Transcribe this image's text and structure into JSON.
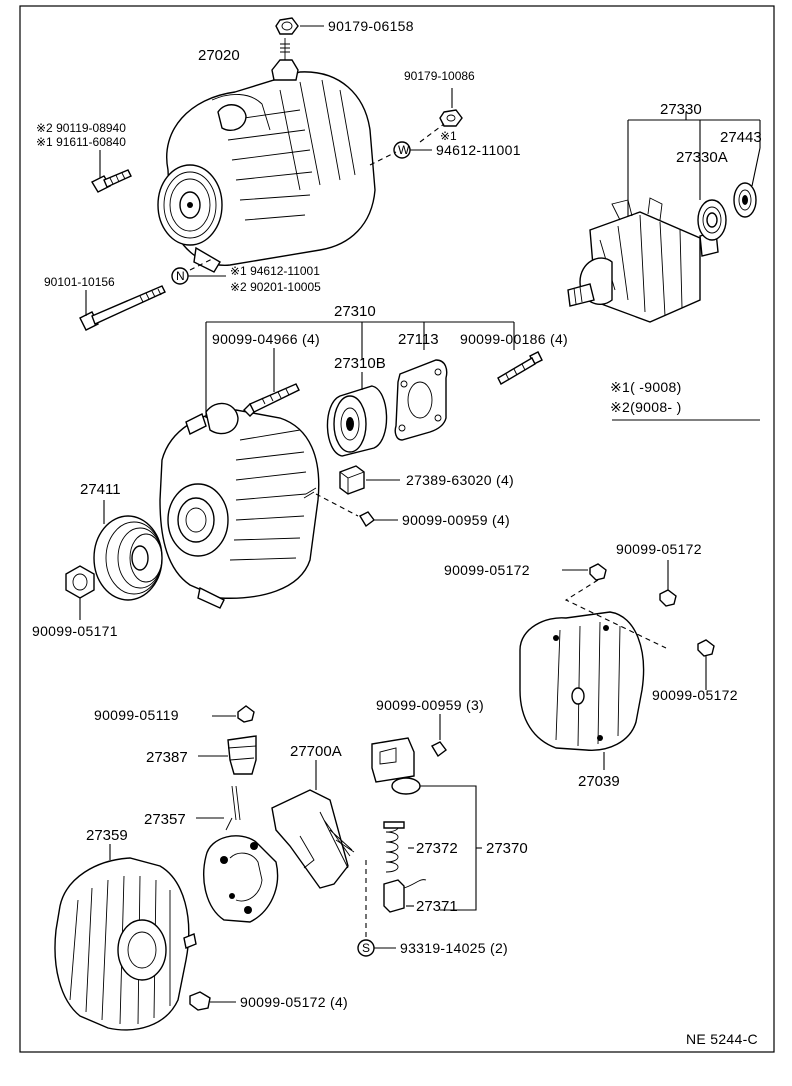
{
  "diagram_code": "NE  5244-C",
  "legend": {
    "row1": "※1(       -9008)",
    "row2": "※2(9008-       )"
  },
  "labels": {
    "p_90179_06158": "90179-06158",
    "p_27020": "27020",
    "p_90179_10086": "90179-10086",
    "p_star1_a": "※1",
    "p_94612_11001": "94612-11001",
    "p_27330": "27330",
    "p_27443": "27443",
    "p_27330A": "27330A",
    "p_star2_90119": "※2 90119-08940",
    "p_star1_91611": "※1 91611-60840",
    "p_90101_10156": "90101-10156",
    "p_star1_94612": "※1 94612-11001",
    "p_star2_90201": "※2 90201-10005",
    "p_27310": "27310",
    "p_90099_04966": "90099-04966 (4)",
    "p_27113": "27113",
    "p_90099_00186": "90099-00186 (4)",
    "p_27310B": "27310B",
    "p_27411": "27411",
    "p_27389_63020": "27389-63020 (4)",
    "p_90099_00959_4": "90099-00959 (4)",
    "p_90099_05171": "90099-05171",
    "p_90099_05172_a": "90099-05172",
    "p_90099_05172_b": "90099-05172",
    "p_90099_05172_c": "90099-05172",
    "p_90099_05119": "90099-05119",
    "p_90099_00959_3": "90099-00959 (3)",
    "p_27387": "27387",
    "p_27700A": "27700A",
    "p_27039": "27039",
    "p_27357": "27357",
    "p_27359": "27359",
    "p_27372": "27372",
    "p_27370": "27370",
    "p_27371": "27371",
    "p_93319_14025": "93319-14025 (2)",
    "p_90099_05172_4": "90099-05172 (4)"
  },
  "markers": {
    "w1": "W",
    "n1": "N",
    "s1": "S"
  }
}
